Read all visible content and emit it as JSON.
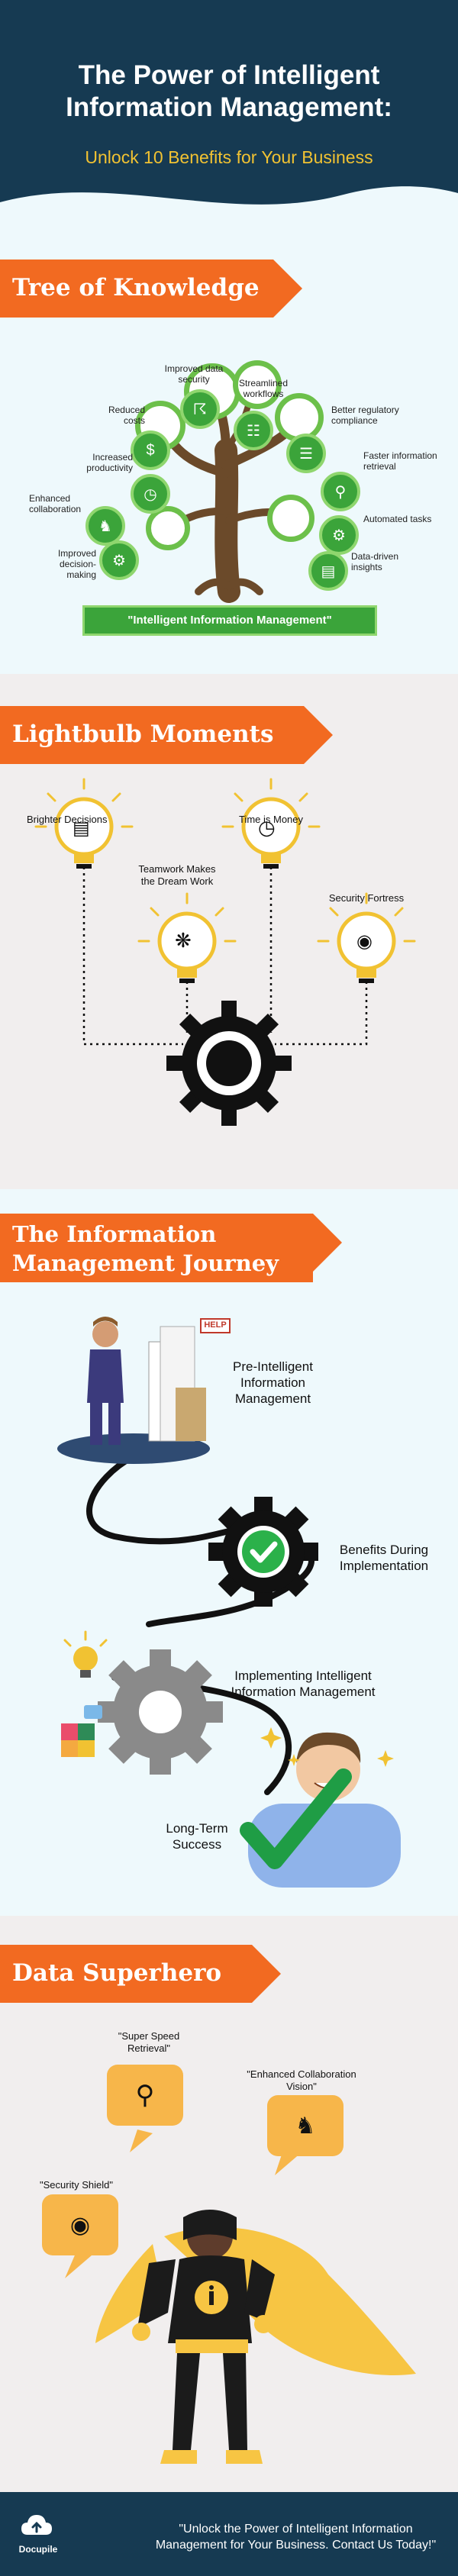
{
  "header": {
    "title": "The Power of Intelligent Information Management:",
    "subtitle": "Unlock 10 Benefits for Your Business"
  },
  "tree": {
    "heading": "Tree of Knowledge",
    "benefits": {
      "improved_data_security": "Improved data security",
      "streamlined_workflows": "Streamlined workflows",
      "reduced_costs": "Reduced costs",
      "better_regulatory_compliance": "Better regulatory compliance",
      "increased_productivity": "Increased productivity",
      "faster_information_retrieval": "Faster information retrieval",
      "enhanced_collaboration": "Enhanced collaboration",
      "automated_tasks": "Automated tasks",
      "improved_decision_making": "Improved decision-making",
      "data_driven_insights": "Data-driven insights"
    },
    "ground_label": "\"Intelligent Information Management\""
  },
  "lightbulb": {
    "heading": "Lightbulb Moments",
    "bulbs": {
      "brighter_decisions": "Brighter Decisions",
      "time_is_money": "Time is Money",
      "teamwork": "Teamwork Makes the Dream Work",
      "security": "Security Fortress"
    }
  },
  "journey": {
    "heading_line1": "The Information",
    "heading_line2": "Management Journey",
    "help_sign": "HELP",
    "steps": {
      "pre": "Pre-Intelligent Information Management",
      "benefits": "Benefits During Implementation",
      "implementing": "Implementing Intelligent Information Management",
      "success": "Long-Term Success"
    }
  },
  "superhero": {
    "heading": "Data Superhero",
    "powers": {
      "speed": "\"Super Speed Retrieval\"",
      "collab": "\"Enhanced Collaboration Vision\"",
      "shield": "\"Security Shield\""
    }
  },
  "footer": {
    "brand": "Docupile",
    "cta": "\"Unlock the Power of Intelligent Information Management for Your Business. Contact Us Today!\""
  },
  "colors": {
    "navy": "#163a52",
    "orange": "#f26a21",
    "yellow": "#f1c232",
    "green": "#3ba43a",
    "bubble": "#f7b64a"
  }
}
